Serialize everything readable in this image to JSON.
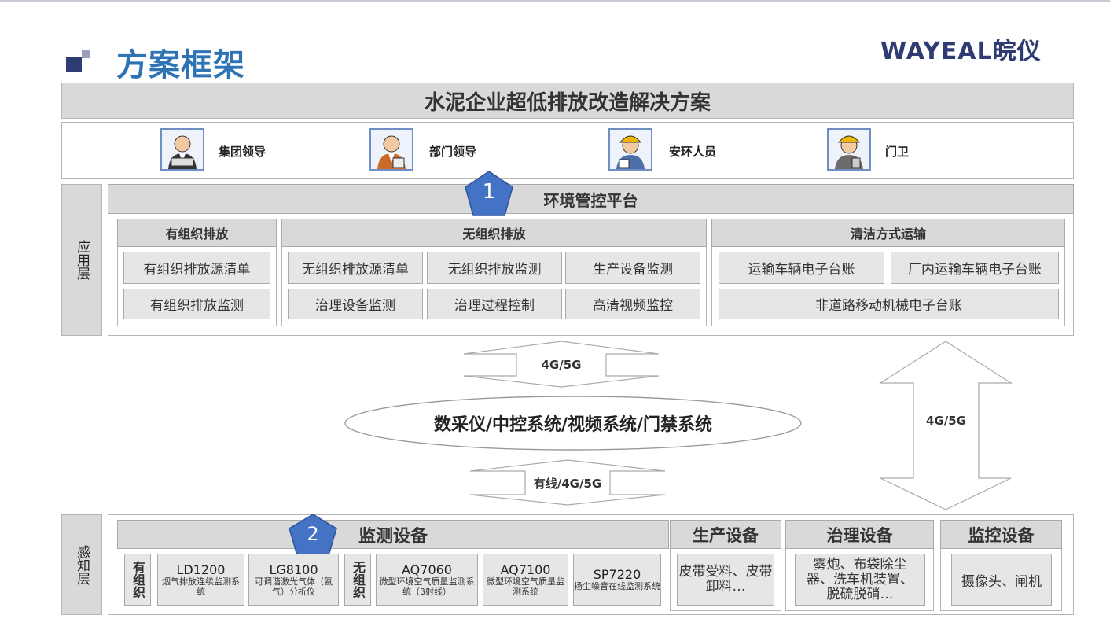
{
  "page_title": "方案框架",
  "logo": "WAYEAL皖仪",
  "banner": "水泥企业超低排放改造解决方案",
  "roles": [
    {
      "label": "集团领导",
      "icon": "leader-icon"
    },
    {
      "label": "部门领导",
      "icon": "manager-icon"
    },
    {
      "label": "安环人员",
      "icon": "safety-worker-icon"
    },
    {
      "label": "门卫",
      "icon": "guard-icon"
    }
  ],
  "app_layer": {
    "side_label": "应用层",
    "badge": "1",
    "platform": "环境管控平台",
    "organized": {
      "header": "有组织排放",
      "items": [
        "有组织排放源清单",
        "有组织排放监测"
      ]
    },
    "unorganized": {
      "header": "无组织排放",
      "items": [
        "无组织排放源清单",
        "无组织排放监测",
        "生产设备监测",
        "治理设备监测",
        "治理过程控制",
        "高清视频监控"
      ]
    },
    "transport": {
      "header": "清洁方式运输",
      "items": [
        "运输车辆电子台账",
        "厂内运输车辆电子台账",
        "非道路移动机械电子台账"
      ]
    }
  },
  "network": {
    "top_arrow": "4G/5G",
    "ellipse": "数采仪/中控系统/视频系统/门禁系统",
    "bottom_arrow": "有线/4G/5G",
    "side_arrow": "4G/5G"
  },
  "sense_layer": {
    "side_label": "感知层",
    "badge": "2",
    "monitoring": {
      "header": "监测设备",
      "organized_label": "有组织",
      "unorganized_label": "无组织",
      "organized_devices": [
        {
          "model": "LD1200",
          "desc": "烟气排放连续监测系统"
        },
        {
          "model": "LG8100",
          "desc": "可调谐激光气体（氨气）分析仪"
        }
      ],
      "unorganized_devices": [
        {
          "model": "AQ7060",
          "desc": "微型环境空气质量监测系统（β射线）"
        },
        {
          "model": "AQ7100",
          "desc": "微型环境空气质量监测系统"
        },
        {
          "model": "SP7220",
          "desc": "扬尘噪音在线监测系统"
        }
      ]
    },
    "production": {
      "header": "生产设备",
      "content": "皮带受料、皮带卸料…"
    },
    "treatment": {
      "header": "治理设备",
      "content": "雾炮、布袋除尘器、洗车机装置、脱硫脱硝…"
    },
    "surveillance": {
      "header": "监控设备",
      "content": "摄像头、闸机"
    }
  },
  "colors": {
    "title_blue": "#2e74b5",
    "logo_navy": "#2f3c73",
    "badge_blue": "#4472c4",
    "panel_grey": "#d9d9d9"
  }
}
